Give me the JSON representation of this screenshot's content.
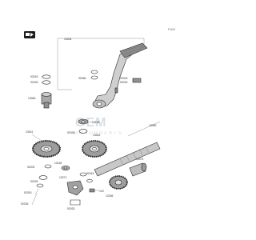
{
  "diagram": {
    "ref_code": "F1103",
    "watermark": "GEM",
    "watermark_sub": "MOTORPARTS",
    "labels": {
      "kick_lever": "13004",
      "rubber": "13236",
      "kick_shaft": "13090",
      "idle_gear_a": "13041",
      "idle_gear_b": "13042",
      "spring": "13106",
      "washer_top": "92015",
      "circlip_top": "92033",
      "boss": "13060",
      "bolt": "92026",
      "seal": "92043",
      "pin": "92015",
      "collar": "92066",
      "spring_guide": "13118",
      "ratchet": "13074",
      "small_washer": "92200",
      "circlip_a": "92033",
      "washer_a": "92200",
      "circlip_b": "92033",
      "stopper": "13271",
      "bolt_b": "120",
      "washer_b": "92015",
      "clip": "92033"
    }
  }
}
